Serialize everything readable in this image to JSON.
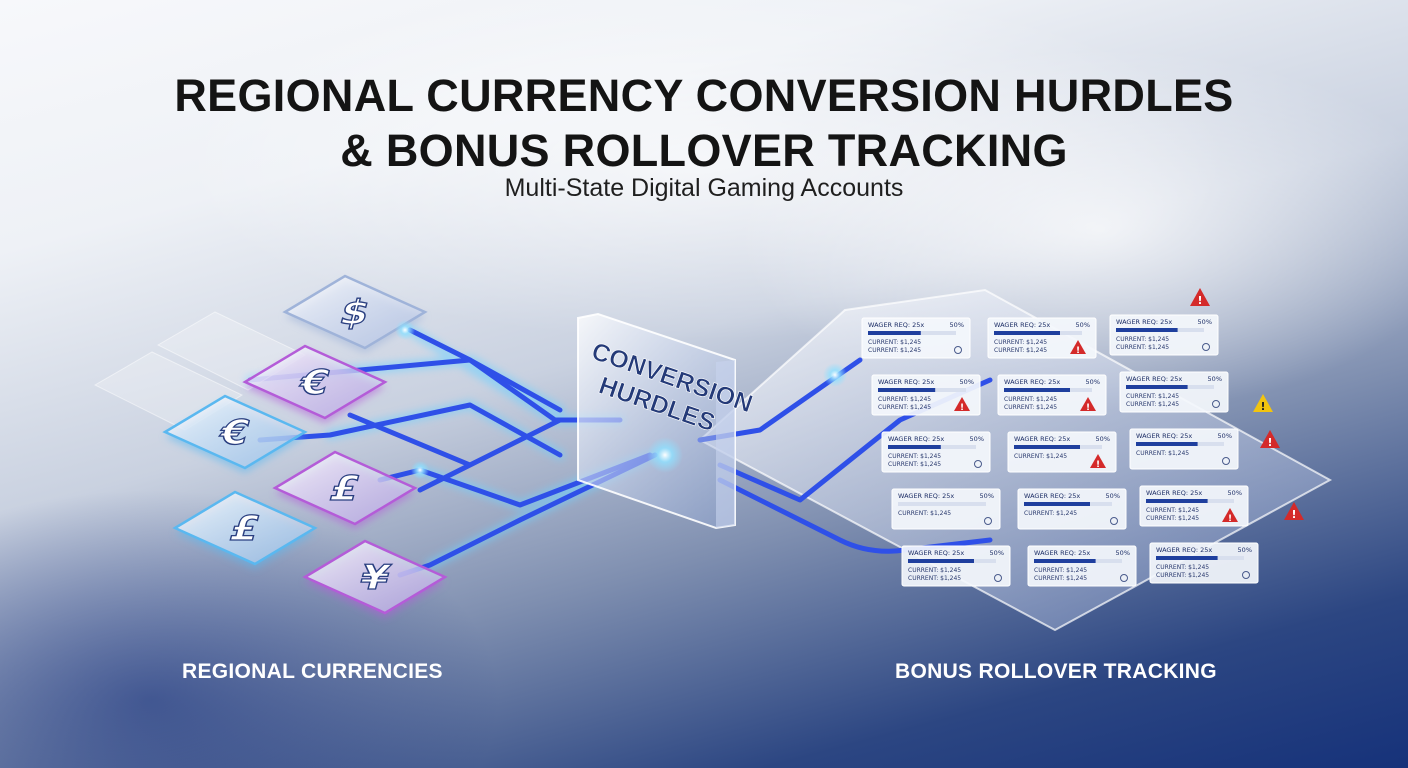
{
  "header": {
    "title_line1": "REGIONAL CURRENCY CONVERSION HURDLES",
    "title_line2": "& BONUS ROLLOVER TRACKING",
    "subtitle": "Multi-State Digital Gaming Accounts"
  },
  "currencies": [
    {
      "symbol": "$",
      "accent": "#9fb3d9"
    },
    {
      "symbol": "€",
      "accent": "#b45cd8"
    },
    {
      "symbol": "€",
      "accent": "#5ab8f0"
    },
    {
      "symbol": "£",
      "accent": "#b45cd8"
    },
    {
      "symbol": "£",
      "accent": "#5ab8f0"
    },
    {
      "symbol": "¥",
      "accent": "#b45cd8"
    }
  ],
  "hurdle": {
    "line1": "CONVERSION",
    "line2": "HURDLES"
  },
  "tracking_cards": [
    {
      "wager": "WAGER REQ: 25x",
      "pct": "50%",
      "cur1": "CURRENT: $1,245",
      "cur2": "CURRENT: $1,245",
      "progress": 0.6,
      "alert": "none"
    },
    {
      "wager": "WAGER REQ: 25x",
      "pct": "50%",
      "cur1": "CURRENT: $1,245",
      "cur2": "CURRENT: $1,245",
      "progress": 0.75,
      "alert": "red"
    },
    {
      "wager": "WAGER REQ: 25x",
      "pct": "50%",
      "cur1": "CURRENT: $1,245",
      "cur2": "CURRENT: $1,245",
      "progress": 0.7,
      "alert": "none"
    },
    {
      "wager": "WAGER REQ: 25x",
      "pct": "50%",
      "cur1": "CURRENT: $1,245",
      "cur2": "CURRENT: $1,245",
      "progress": 0.65,
      "alert": "red"
    },
    {
      "wager": "WAGER REQ: 25x",
      "pct": "50%",
      "cur1": "CURRENT: $1,245",
      "cur2": "CURRENT: $1,245",
      "progress": 0.75,
      "alert": "red"
    },
    {
      "wager": "WAGER REQ: 25x",
      "pct": "50%",
      "cur1": "CURRENT: $1,245",
      "cur2": "CURRENT: $1,245",
      "progress": 0.7,
      "alert": "none"
    },
    {
      "wager": "WAGER REQ: 25x",
      "pct": "50%",
      "cur1": "CURRENT: $1,245",
      "cur2": "CURRENT: $1,245",
      "progress": 0.6,
      "alert": "none"
    },
    {
      "wager": "WAGER REQ: 25x",
      "pct": "50%",
      "cur1": "CURRENT: $1,245",
      "cur2": "",
      "progress": 0.75,
      "alert": "red"
    },
    {
      "wager": "WAGER REQ: 25x",
      "pct": "50%",
      "cur1": "CURRENT: $1,245",
      "cur2": "",
      "progress": 0.7,
      "alert": "none"
    },
    {
      "wager": "WAGER REQ: 25x",
      "pct": "50%",
      "cur1": "CURRENT: $1,245",
      "cur2": "",
      "progress": 0.0,
      "alert": "none"
    },
    {
      "wager": "WAGER REQ: 25x",
      "pct": "50%",
      "cur1": "CURRENT: $1,245",
      "cur2": "",
      "progress": 0.75,
      "alert": "none"
    },
    {
      "wager": "WAGER REQ: 25x",
      "pct": "50%",
      "cur1": "CURRENT: $1,245",
      "cur2": "CURRENT: $1,245",
      "progress": 0.7,
      "alert": "red"
    },
    {
      "wager": "WAGER REQ: 25x",
      "pct": "50%",
      "cur1": "CURRENT: $1,245",
      "cur2": "CURRENT: $1,245",
      "progress": 0.75,
      "alert": "none"
    },
    {
      "wager": "WAGER REQ: 25x",
      "pct": "50%",
      "cur1": "CURRENT: $1,245",
      "cur2": "CURRENT: $1,245",
      "progress": 0.7,
      "alert": "none"
    },
    {
      "wager": "WAGER REQ: 25x",
      "pct": "50%",
      "cur1": "CURRENT: $1,245",
      "cur2": "CURRENT: $1,245",
      "progress": 0.7,
      "alert": "none"
    }
  ],
  "colors": {
    "alert_red": "#d42a2a",
    "alert_yellow": "#f2c40f",
    "line_blue": "#3c5cf0",
    "glow": "#7fd6ff"
  },
  "captions": {
    "left": "REGIONAL CURRENCIES",
    "right": "BONUS ROLLOVER TRACKING"
  }
}
